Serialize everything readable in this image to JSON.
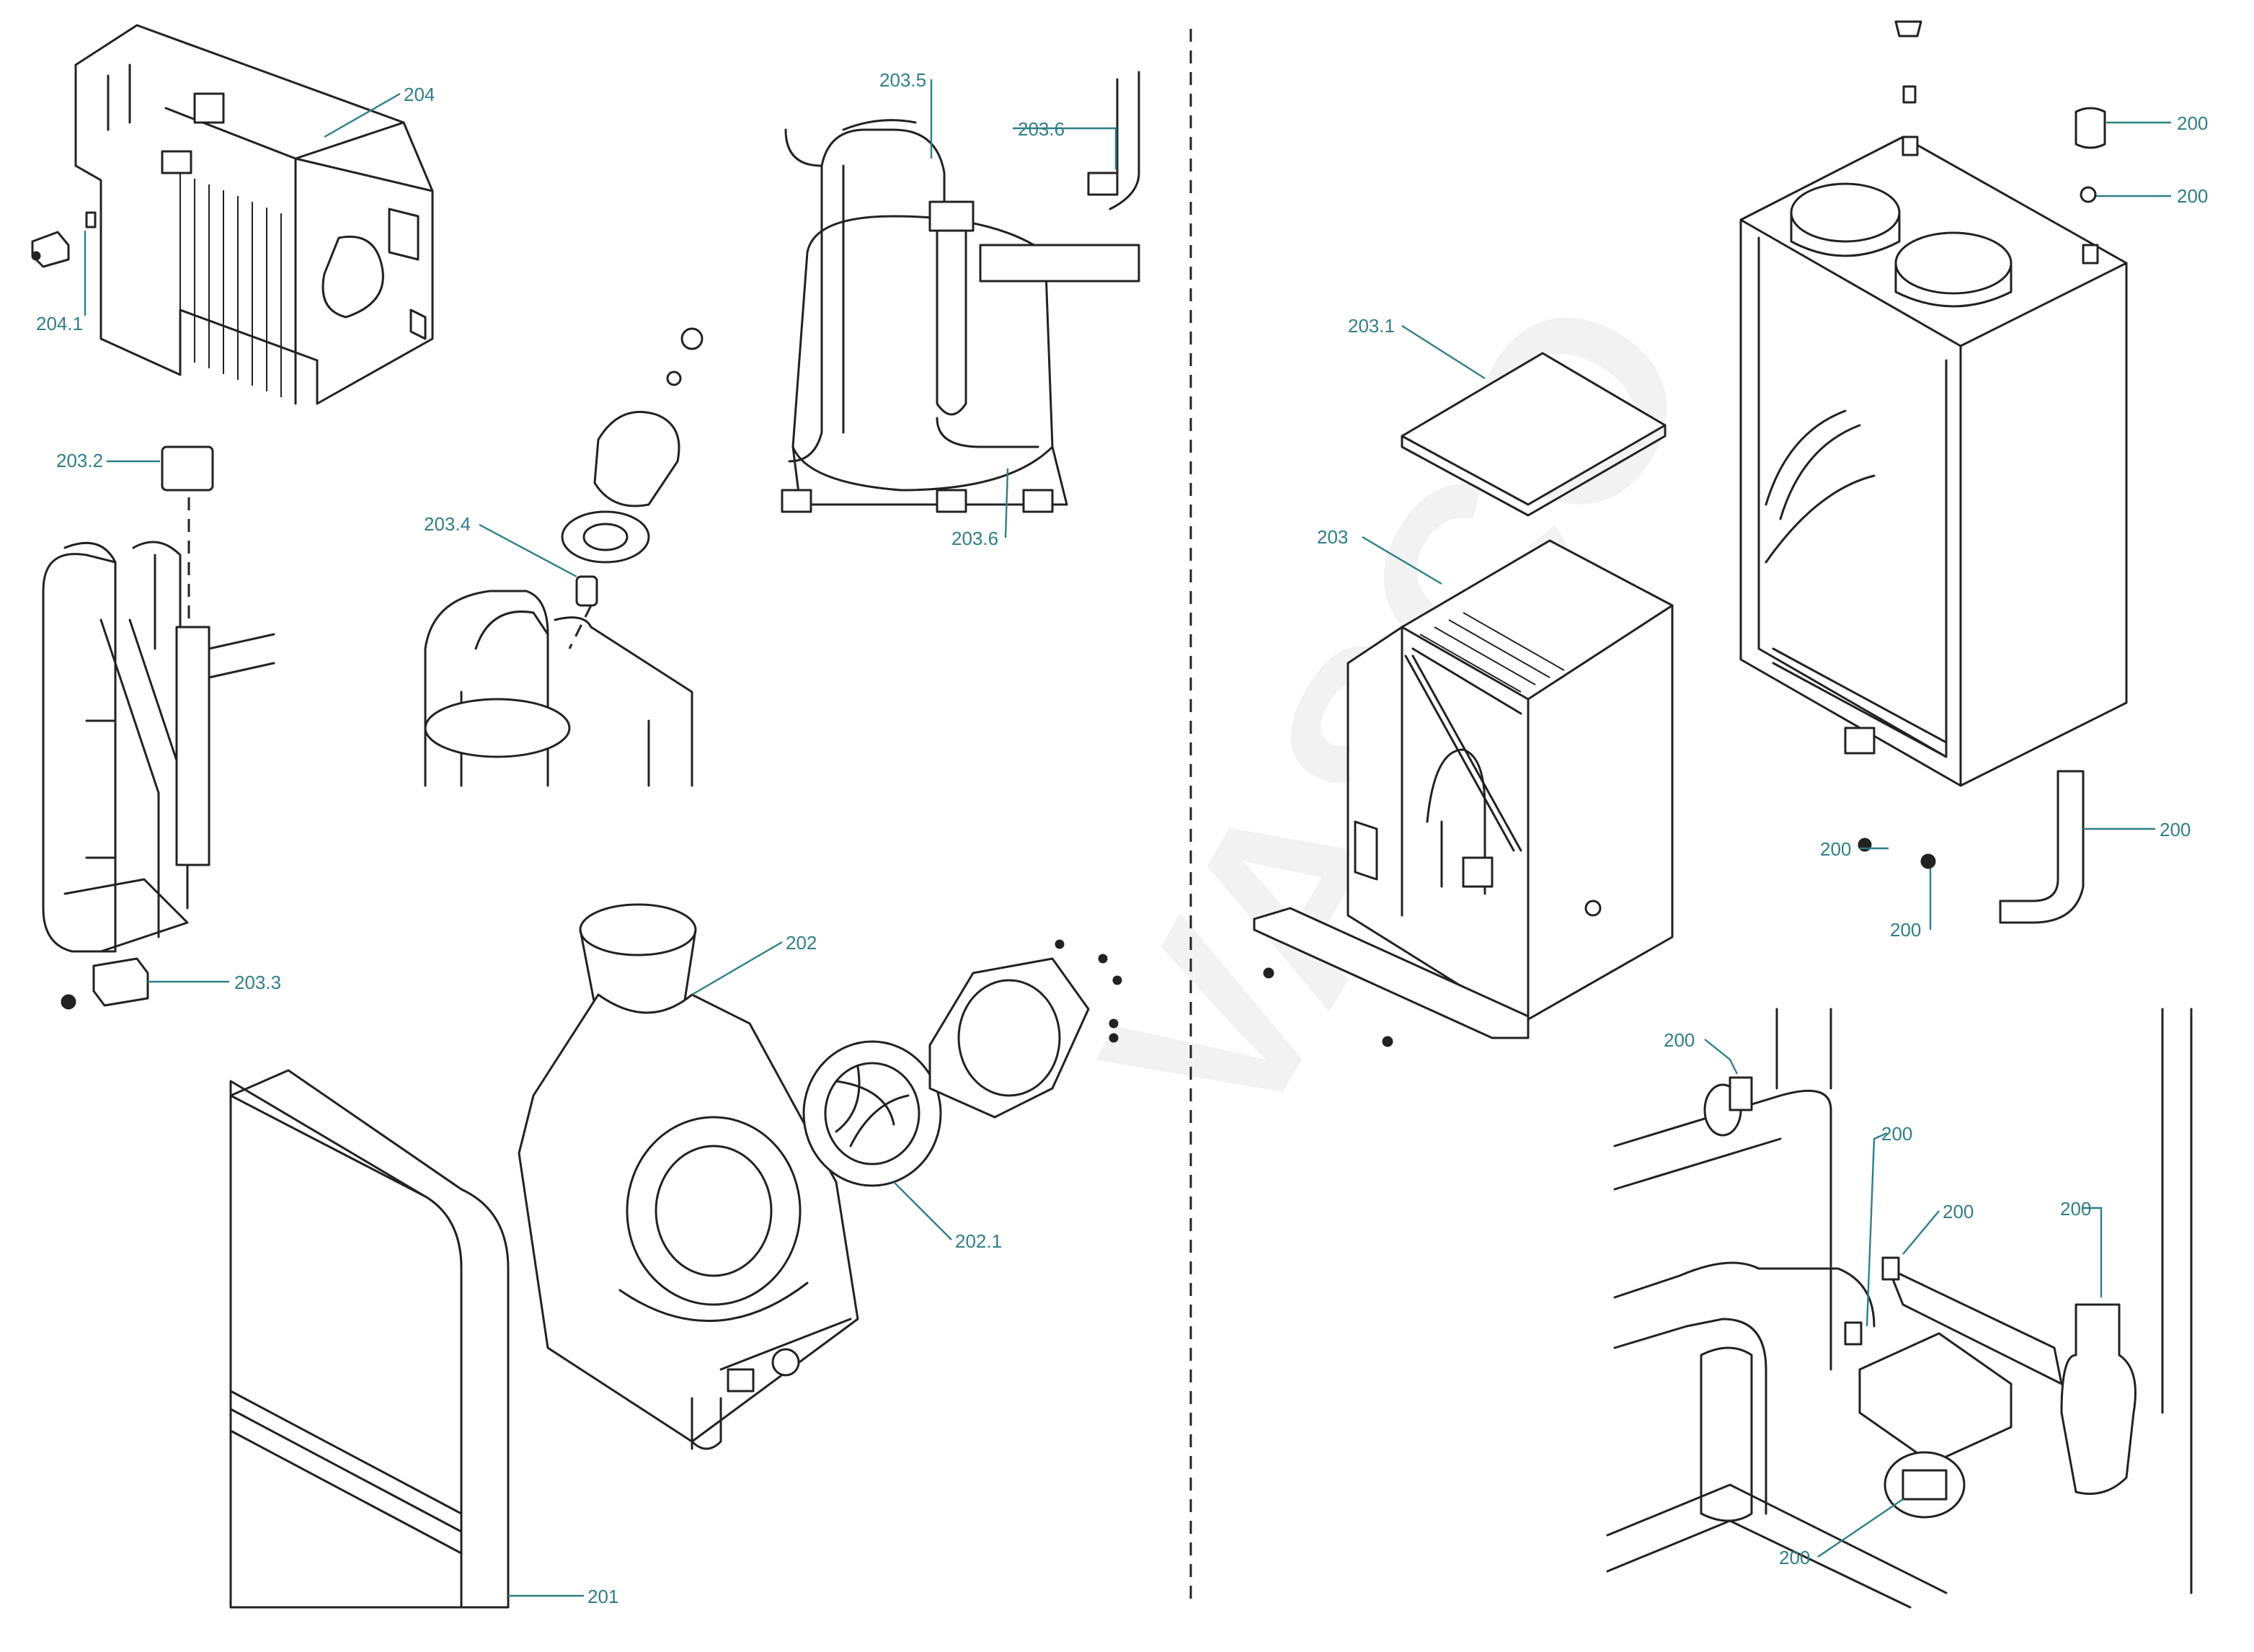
{
  "colors": {
    "label": "#2f7f86",
    "line": "#222222",
    "watermark": "#f2f2f2"
  },
  "watermark": "VASCO",
  "labels": {
    "l204": "204",
    "l204_1": "204.1",
    "l203_2": "203.2",
    "l203_3": "203.3",
    "l203_4": "203.4",
    "l203_5": "203.5",
    "l203_6a": "203.6",
    "l203_6b": "203.6",
    "l202": "202",
    "l202_1": "202.1",
    "l201": "201",
    "l203_1": "203.1",
    "l203": "203",
    "l200_a": "200",
    "l200_b": "200",
    "l200_c": "200",
    "l200_d": "200",
    "l200_e": "200",
    "l200_f": "200",
    "l200_g": "200",
    "l200_h": "200",
    "l200_i": "200",
    "l200_j": "200"
  }
}
